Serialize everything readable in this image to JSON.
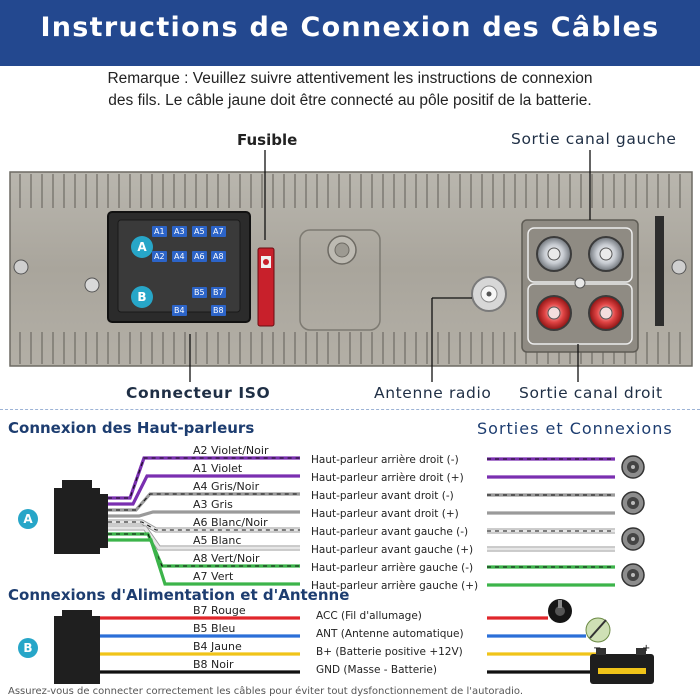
{
  "header": {
    "title": "Instructions de Connexion des Câbles"
  },
  "remark": {
    "line1": "Remarque : Veuillez suivre attentivement les instructions de connexion",
    "line2": "des fils. Le câble jaune doit être connecté au pôle positif de la batterie."
  },
  "device": {
    "fuse_label": "Fusible",
    "left_channel_label": "Sortie canal gauche",
    "iso_label": "Connecteur ISO",
    "antenna_label": "Antenne radio",
    "right_channel_label": "Sortie canal droit",
    "iso_badges": {
      "a": "A",
      "b": "B"
    },
    "iso_pins": [
      "A1",
      "A3",
      "A5",
      "A7",
      "A2",
      "A4",
      "A6",
      "A8",
      "B5",
      "B7",
      "B4",
      "B8"
    ]
  },
  "speakers": {
    "section_title": "Connexion des Haut-parleurs",
    "outputs_title": "Sorties et Connexions",
    "badge": "A",
    "wires": [
      {
        "code": "A2 Violet/Noir",
        "function": "Haut-parleur arrière droit (-)",
        "color": "#7a2fb0",
        "stripe": "#111111"
      },
      {
        "code": "A1 Violet",
        "function": "Haut-parleur arrière droit (+)",
        "color": "#7a2fb0",
        "stripe": ""
      },
      {
        "code": "A4 Gris/Noir",
        "function": "Haut-parleur avant droit (-)",
        "color": "#9a9a9a",
        "stripe": "#111111"
      },
      {
        "code": "A3 Gris",
        "function": "Haut-parleur avant droit (+)",
        "color": "#9a9a9a",
        "stripe": ""
      },
      {
        "code": "A6 Blanc/Noir",
        "function": "Haut-parleur avant gauche (-)",
        "color": "#e6e6e6",
        "stripe": "#111111"
      },
      {
        "code": "A5 Blanc",
        "function": "Haut-parleur avant gauche (+)",
        "color": "#e6e6e6",
        "stripe": ""
      },
      {
        "code": "A8 Vert/Noir",
        "function": "Haut-parleur arrière gauche (-)",
        "color": "#3cb44a",
        "stripe": "#111111"
      },
      {
        "code": "A7 Vert",
        "function": "Haut-parleur arrière gauche (+)",
        "color": "#3cb44a",
        "stripe": ""
      }
    ]
  },
  "power": {
    "section_title": "Connexions d'Alimentation et d'Antenne",
    "badge": "B",
    "wires": [
      {
        "code": "B7 Rouge",
        "function": "ACC (Fil d'allumage)",
        "color": "#e0262b"
      },
      {
        "code": "B5 Bleu",
        "function": "ANT (Antenne automatique)",
        "color": "#2b6fd8"
      },
      {
        "code": "B4 Jaune",
        "function": "B+ (Batterie positive +12V)",
        "color": "#f0c419"
      },
      {
        "code": "B8 Noir",
        "function": "GND (Masse - Batterie)",
        "color": "#111111"
      }
    ]
  },
  "battery": {
    "minus": "−",
    "plus": "+"
  },
  "footer": {
    "text": "Assurez-vous de connecter correctement les câbles pour éviter tout dysfonctionnement de l'autoradio."
  }
}
